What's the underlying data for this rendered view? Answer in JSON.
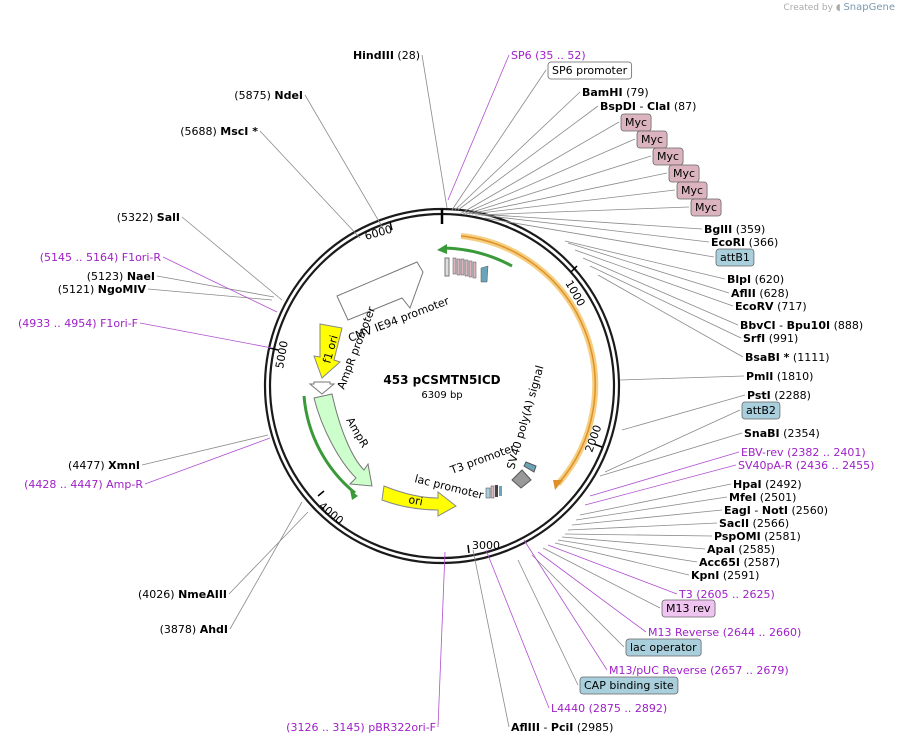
{
  "credit": {
    "prefix": "Created by",
    "brand": "SnapGene"
  },
  "plasmid": {
    "name": "453 pCSMTN5ICD",
    "size": "6309 bp"
  },
  "colors": {
    "enzyme": "#000000",
    "primer": "#a020c8",
    "feature_fill": "#a9cfdc",
    "myc_fill": "#dcb4c0",
    "m13_fill": "#f0c4f0",
    "ori_fill": "#ffff00",
    "ampr_fill": "#ccffcc",
    "promoter_fill": "#ffffff",
    "orf_arc": "#f0a020",
    "green_arc": "#3a9a3a"
  },
  "ticks": [
    "1000",
    "2000",
    "3000",
    "4000",
    "5000",
    "6000"
  ],
  "labels": [
    {
      "id": "hindiii",
      "kind": "enzyme",
      "pos": "(28)",
      "name": "HindIII"
    },
    {
      "id": "sp6p",
      "kind": "primer",
      "name": "SP6",
      "range": "(35 .. 52)"
    },
    {
      "id": "sp6prom",
      "kind": "box",
      "name": "SP6 promoter",
      "fill": "#ffffff"
    },
    {
      "id": "bamhi",
      "kind": "enzyme",
      "name": "BamHI",
      "pos": "(79)"
    },
    {
      "id": "bspdi",
      "kind": "enzyme",
      "name": "BspDI",
      "name2": "ClaI",
      "pos": "(87)"
    },
    {
      "id": "myc1",
      "kind": "box",
      "name": "Myc",
      "fill": "#dcb4c0"
    },
    {
      "id": "myc2",
      "kind": "box",
      "name": "Myc",
      "fill": "#dcb4c0"
    },
    {
      "id": "myc3",
      "kind": "box",
      "name": "Myc",
      "fill": "#dcb4c0"
    },
    {
      "id": "myc4",
      "kind": "box",
      "name": "Myc",
      "fill": "#dcb4c0"
    },
    {
      "id": "myc5",
      "kind": "box",
      "name": "Myc",
      "fill": "#dcb4c0"
    },
    {
      "id": "myc6",
      "kind": "box",
      "name": "Myc",
      "fill": "#dcb4c0"
    },
    {
      "id": "bglii",
      "kind": "enzyme",
      "name": "BglII",
      "pos": "(359)"
    },
    {
      "id": "ecori",
      "kind": "enzyme",
      "name": "EcoRI",
      "pos": "(366)"
    },
    {
      "id": "attb1",
      "kind": "box",
      "name": "attB1",
      "fill": "#a9cfdc"
    },
    {
      "id": "blpi",
      "kind": "enzyme",
      "name": "BlpI",
      "pos": "(620)"
    },
    {
      "id": "aflii",
      "kind": "enzyme",
      "name": "AflII",
      "pos": "(628)"
    },
    {
      "id": "ecorv",
      "kind": "enzyme",
      "name": "EcoRV",
      "pos": "(717)"
    },
    {
      "id": "bbvci",
      "kind": "enzyme",
      "name": "BbvCI",
      "name2": "Bpu10I",
      "pos": "(888)"
    },
    {
      "id": "srfi",
      "kind": "enzyme",
      "name": "SrfI",
      "pos": "(991)"
    },
    {
      "id": "bsabi",
      "kind": "enzyme",
      "name": "BsaBI *",
      "pos": "(1111)"
    },
    {
      "id": "pmli",
      "kind": "enzyme",
      "name": "PmlI",
      "pos": "(1810)"
    },
    {
      "id": "psti",
      "kind": "enzyme",
      "name": "PstI",
      "pos": "(2288)"
    },
    {
      "id": "attb2",
      "kind": "box",
      "name": "attB2",
      "fill": "#a9cfdc"
    },
    {
      "id": "snabi",
      "kind": "enzyme",
      "name": "SnaBI",
      "pos": "(2354)"
    },
    {
      "id": "ebvrev",
      "kind": "primer",
      "name": "EBV-rev",
      "range": "(2382 .. 2401)"
    },
    {
      "id": "sv40pa",
      "kind": "primer",
      "name": "SV40pA-R",
      "range": "(2436 .. 2455)"
    },
    {
      "id": "hpai",
      "kind": "enzyme",
      "name": "HpaI",
      "pos": "(2492)"
    },
    {
      "id": "mfei",
      "kind": "enzyme",
      "name": "MfeI",
      "pos": "(2501)"
    },
    {
      "id": "eagi",
      "kind": "enzyme",
      "name": "EagI",
      "name2": "NotI",
      "pos": "(2560)"
    },
    {
      "id": "sacii",
      "kind": "enzyme",
      "name": "SacII",
      "pos": "(2566)"
    },
    {
      "id": "pspomi",
      "kind": "enzyme",
      "name": "PspOMI",
      "pos": "(2581)"
    },
    {
      "id": "apai",
      "kind": "enzyme",
      "name": "ApaI",
      "pos": "(2585)"
    },
    {
      "id": "acc65i",
      "kind": "enzyme",
      "name": "Acc65I",
      "pos": "(2587)"
    },
    {
      "id": "kpni",
      "kind": "enzyme",
      "name": "KpnI",
      "pos": "(2591)"
    },
    {
      "id": "t3",
      "kind": "primer",
      "name": "T3",
      "range": "(2605 .. 2625)"
    },
    {
      "id": "m13rev",
      "kind": "box",
      "name": "M13 rev",
      "fill": "#f0c4f0"
    },
    {
      "id": "m13reverse",
      "kind": "primer",
      "name": "M13 Reverse",
      "range": "(2644 .. 2660)"
    },
    {
      "id": "lacop",
      "kind": "box",
      "name": "lac operator",
      "fill": "#a9cfdc"
    },
    {
      "id": "m13puc",
      "kind": "primer",
      "name": "M13/pUC Reverse",
      "range": "(2657 .. 2679)"
    },
    {
      "id": "cap",
      "kind": "box",
      "name": "CAP binding site",
      "fill": "#a9cfdc"
    },
    {
      "id": "l4440",
      "kind": "primer",
      "name": "L4440",
      "range": "(2875 .. 2892)"
    },
    {
      "id": "afliii",
      "kind": "enzyme",
      "name": "AflIII",
      "name2": "PciI",
      "pos": "(2985)"
    },
    {
      "id": "pbr322",
      "kind": "primer",
      "name": "pBR322ori-F",
      "range": "(3126 .. 3145)",
      "rangeFirst": true
    },
    {
      "id": "ahdi",
      "kind": "enzyme",
      "name": "AhdI",
      "pos": "(3878)",
      "posFirst": true
    },
    {
      "id": "nmeaiii",
      "kind": "enzyme",
      "name": "NmeAIII",
      "pos": "(4026)",
      "posFirst": true
    },
    {
      "id": "amp-r",
      "kind": "primer",
      "name": "Amp-R",
      "range": "(4428 .. 4447)",
      "rangeFirst": true
    },
    {
      "id": "xmni",
      "kind": "enzyme",
      "name": "XmnI",
      "pos": "(4477)",
      "posFirst": true
    },
    {
      "id": "f1orif",
      "kind": "primer",
      "name": "F1ori-F",
      "range": "(4933 .. 4954)",
      "rangeFirst": true
    },
    {
      "id": "ngomiv",
      "kind": "enzyme",
      "name": "NgoMIV",
      "pos": "(5121)",
      "posFirst": true
    },
    {
      "id": "naei",
      "kind": "enzyme",
      "name": "NaeI",
      "pos": "(5123)",
      "posFirst": true
    },
    {
      "id": "f1orir",
      "kind": "primer",
      "name": "F1ori-R",
      "range": "(5145 .. 5164)",
      "rangeFirst": true
    },
    {
      "id": "sali",
      "kind": "enzyme",
      "name": "SalI",
      "pos": "(5322)",
      "posFirst": true
    },
    {
      "id": "msci",
      "kind": "enzyme",
      "name": "MscI *",
      "pos": "(5688)",
      "posFirst": true
    },
    {
      "id": "ndei",
      "kind": "enzyme",
      "name": "NdeI",
      "pos": "(5875)",
      "posFirst": true
    }
  ],
  "features": {
    "cmv": "CMV IE94 promoter",
    "ampr_prom": "AmpR promoter",
    "f1ori": "f1 ori",
    "ampr": "AmpR",
    "ori": "ori",
    "lac": "lac promoter",
    "t3": "T3 promoter",
    "sv40": "SV40 poly(A) signal"
  }
}
